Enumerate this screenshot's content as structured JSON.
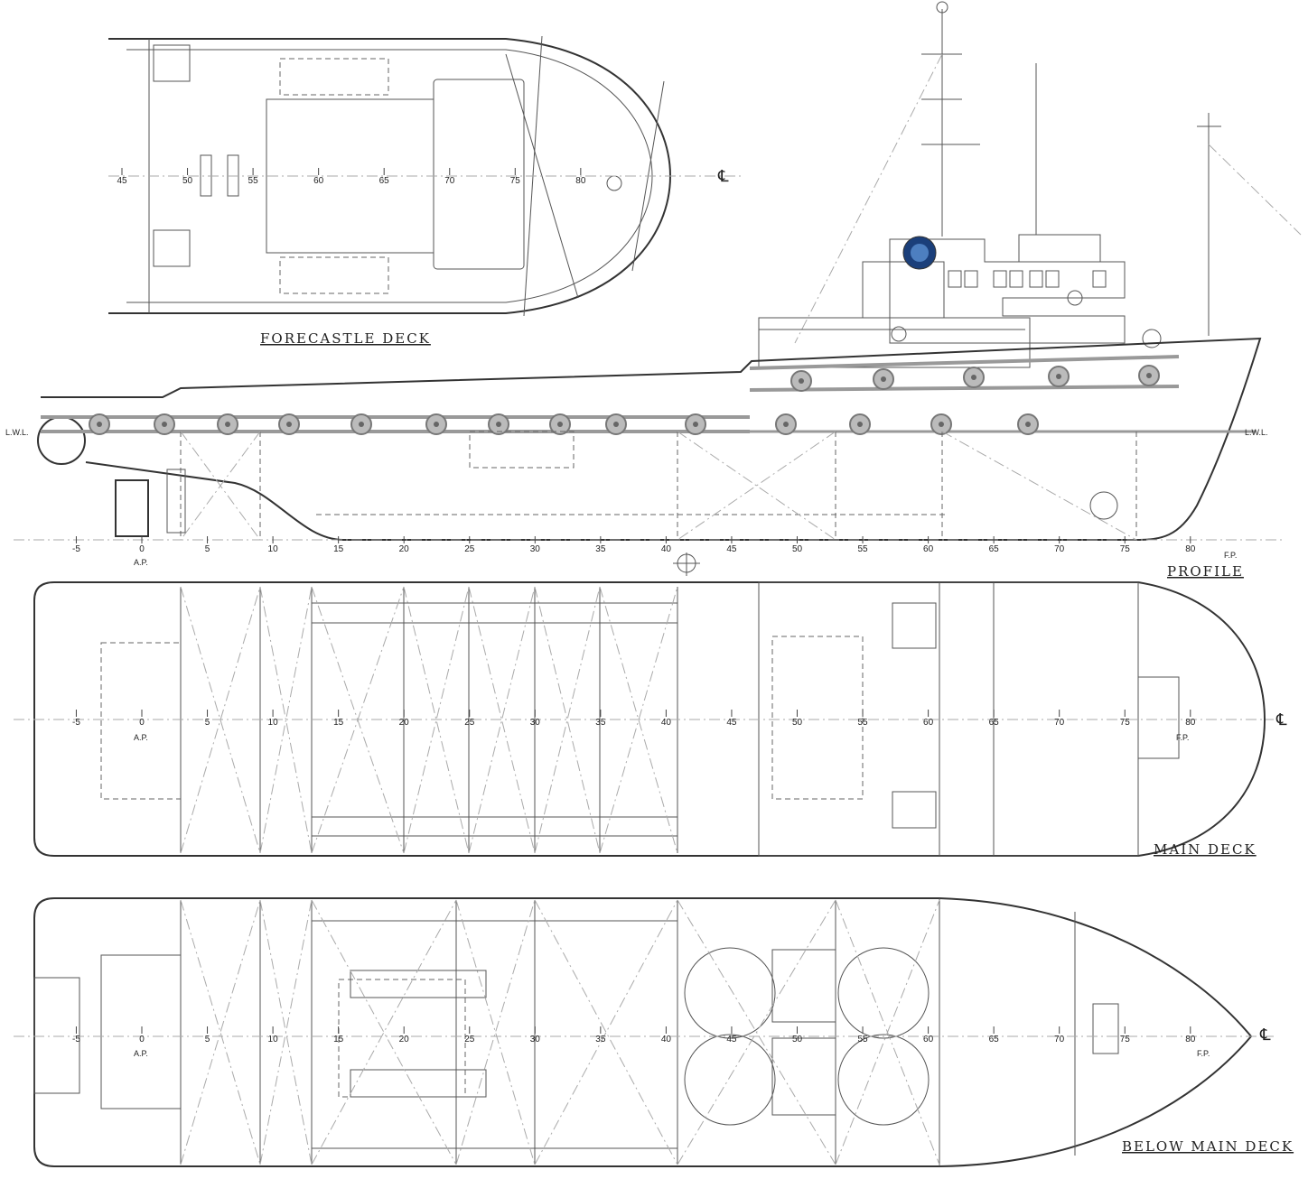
{
  "titles": {
    "forecastle": "FORECASTLE DECK",
    "profile": "PROFILE",
    "main": "MAIN DECK",
    "below": "BELOW MAIN DECK"
  },
  "markers": {
    "lwl": "L.W.L.",
    "ap": "A.P.",
    "fp": "F.P.",
    "centerline": "℄"
  },
  "frames": {
    "forecastle": [
      "45",
      "50",
      "55",
      "60",
      "65",
      "70",
      "75",
      "80"
    ],
    "profile": [
      "-5",
      "0",
      "5",
      "10",
      "15",
      "20",
      "25",
      "30",
      "35",
      "40",
      "45",
      "50",
      "55",
      "60",
      "65",
      "70",
      "75",
      "80"
    ],
    "main": [
      "-5",
      "0",
      "5",
      "10",
      "15",
      "20",
      "25",
      "30",
      "35",
      "40",
      "45",
      "50",
      "55",
      "60",
      "65",
      "70",
      "75",
      "80"
    ],
    "below": [
      "-5",
      "0",
      "5",
      "10",
      "15",
      "20",
      "25",
      "30",
      "35",
      "40",
      "45",
      "50",
      "55",
      "60",
      "65",
      "70",
      "75",
      "80"
    ]
  },
  "colors": {
    "logo": "#1b3f7a",
    "line": "#333333"
  }
}
